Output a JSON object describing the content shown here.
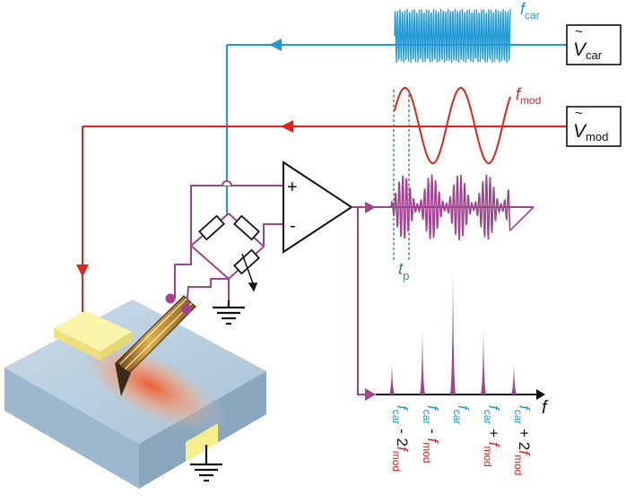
{
  "colors": {
    "carrier": "#1f9ad6",
    "modulation": "#e2231a",
    "signal": "#a0448f",
    "tp": "#3a8a6a",
    "black": "#111111",
    "pad": "#f6ee8a",
    "substrate": "#b9cfe0",
    "heat": "#f05a28"
  },
  "sources": {
    "vcar": {
      "symbol": "V",
      "tilde": "~",
      "sub": "car"
    },
    "vmod": {
      "symbol": "V",
      "tilde": "~",
      "sub": "mod"
    }
  },
  "waveforms": {
    "fcar": {
      "letter": "f",
      "sub": "car"
    },
    "fmod": {
      "letter": "f",
      "sub": "mod"
    },
    "tp": {
      "letter": "t",
      "sub": "p"
    }
  },
  "amplifier": {
    "plus": "+",
    "minus": "-"
  },
  "spectrum": {
    "axis": {
      "letter": "f"
    },
    "peaks": [
      {
        "label": [
          "f",
          "car",
          "- 2",
          "f",
          "mod"
        ]
      },
      {
        "label": [
          "f",
          "car",
          "- ",
          "f",
          "mod"
        ]
      },
      {
        "label": [
          "f",
          "car",
          "",
          "",
          ""
        ]
      },
      {
        "label": [
          "f",
          "car",
          "+ ",
          "f",
          "mod"
        ]
      },
      {
        "label": [
          "f",
          "car",
          "+ 2",
          "f",
          "mod"
        ]
      }
    ],
    "relative_amplitudes": [
      0.26,
      0.53,
      1.0,
      0.53,
      0.26
    ]
  }
}
